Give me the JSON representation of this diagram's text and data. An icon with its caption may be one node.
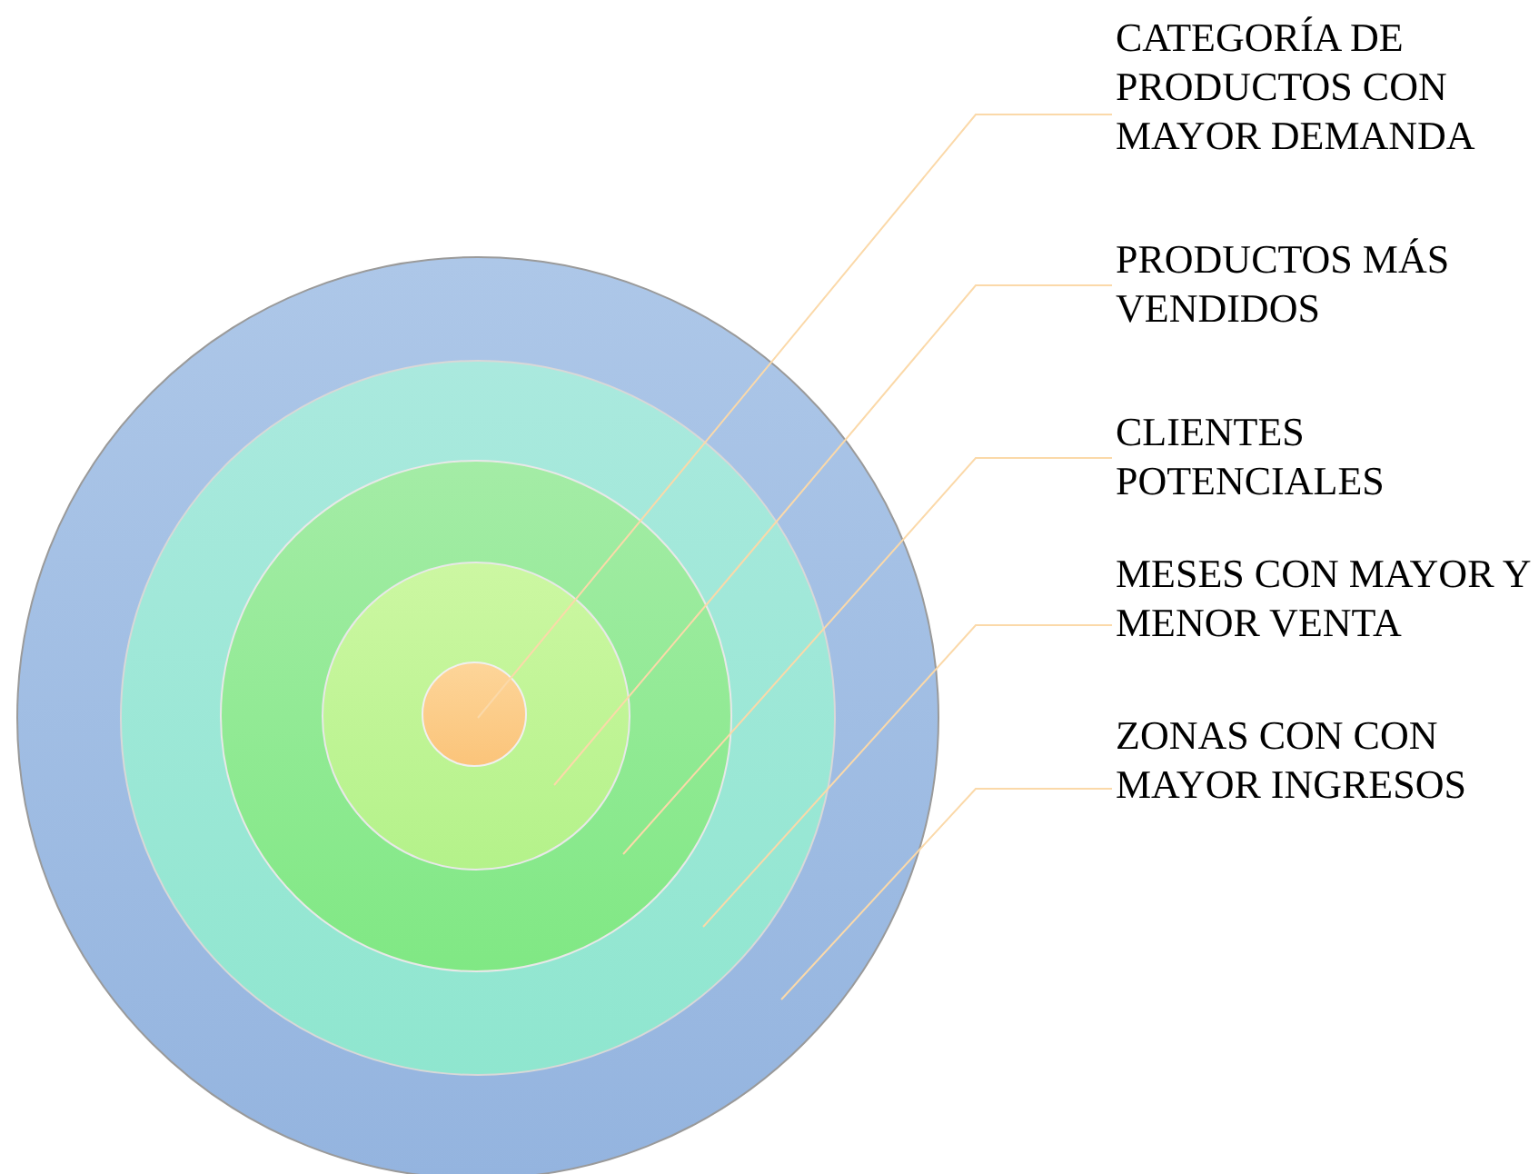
{
  "diagram": {
    "nodes": [
      {
        "text": [
          "CATEGORÍA DE PRODUCTOS CON MAYOR DEMANDA"
        ]
      },
      {
        "text": [
          "PRODUCTOS MÁS VENDIDOS"
        ]
      },
      {
        "text": [
          "CLIENTES POTENCIALES"
        ]
      },
      {
        "text": [
          "MESES CON MAYOR Y MENOR VENTA"
        ]
      },
      {
        "text": [
          "ZONAS CON CON MAYOR INGRESOS"
        ]
      },
      {
        "text": [],
        "shape": "circle"
      },
      {
        "text": [],
        "shape": "circle",
        "in": 5
      },
      {
        "text": [],
        "shape": "circle",
        "in": 6
      },
      {
        "text": [],
        "shape": "circle",
        "in": 7
      },
      {
        "text": [],
        "shape": "circle",
        "in": 8
      }
    ],
    "edges": [
      {
        "from": 0,
        "to": 9,
        "arrow": "none"
      },
      {
        "from": 1,
        "to": 8,
        "arrow": "none"
      },
      {
        "from": 2,
        "to": 7,
        "arrow": "none"
      },
      {
        "from": 3,
        "to": 6,
        "arrow": "none"
      },
      {
        "from": 4,
        "to": 5,
        "arrow": "none"
      }
    ]
  }
}
